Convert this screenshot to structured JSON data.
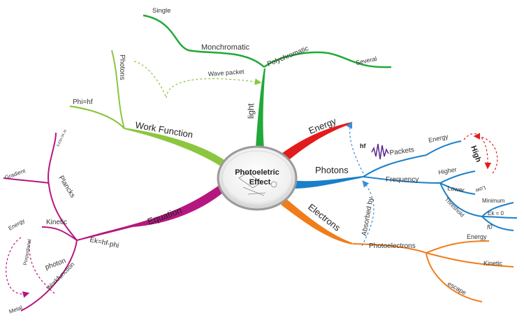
{
  "center": {
    "line1": "Photoeletric",
    "line2": "Effect"
  },
  "branches": {
    "light": {
      "label": "light",
      "monchromatic": "Monchromatic",
      "single": "Single",
      "polychromatic": "Polychromatic",
      "several": "Several",
      "wave_packet": "Wave packet"
    },
    "work_function": {
      "label": "Work Function",
      "phi": "Phi=hf",
      "photons": "Photons"
    },
    "equation": {
      "label": "Equation",
      "ek": "Ek=hf-phi",
      "plancks": "Plancks",
      "planck_value": "6.63e-34 Js",
      "gradient": "Gradient",
      "kinetic": "Kinetic",
      "energy": "Energy",
      "porportional": "Porportional",
      "photon": "photon",
      "workfunction": "Workfunction",
      "metal": "Metal"
    },
    "energy": {
      "label": "Energy",
      "hf": "hf"
    },
    "photons": {
      "label": "Photons",
      "packets": "Packets",
      "energy": "Energy",
      "high": "High",
      "frequency": "Frequency",
      "higher": "Higher",
      "lower": "Lower",
      "low": "Low",
      "threshold": "Threshold",
      "minimum": "Minimum",
      "ek_zero": "Ek = 0",
      "f0": "f0"
    },
    "electrons": {
      "label": "Electrons",
      "absorbed_by": "Absorbed by",
      "photoelectrons": "Photoelectrons",
      "energy": "Energy",
      "kinetic": "Kinetic",
      "escape": "escape"
    }
  },
  "colors": {
    "light": "#22a83a",
    "work_function": "#8cc63f",
    "equation": "#b5177e",
    "energy": "#e31b1b",
    "photons": "#1a7fc9",
    "electrons": "#f07d1a",
    "arrow": "#3a8fd6",
    "high_arrow": "#e31b1b"
  }
}
